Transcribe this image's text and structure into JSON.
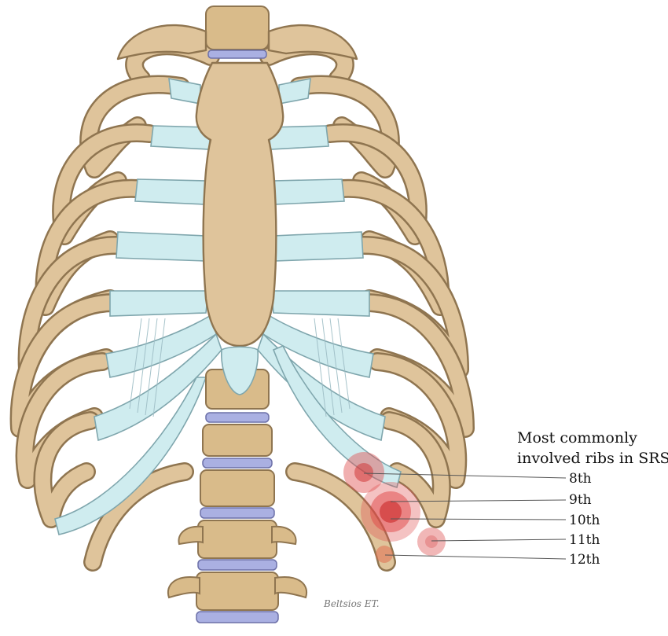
{
  "annotation": {
    "title_line1": "Most commonly",
    "title_line2": "involved ribs in SRS",
    "ribs": [
      {
        "label": "8th"
      },
      {
        "label": "9th"
      },
      {
        "label": "10th"
      },
      {
        "label": "11th"
      },
      {
        "label": "12th"
      }
    ]
  },
  "signature": "Beltsios ET.",
  "colors": {
    "bone": "#dfc49b",
    "cartilage": "#cfecef",
    "disc": "#aab0e2",
    "hotspot": "#e05050"
  }
}
